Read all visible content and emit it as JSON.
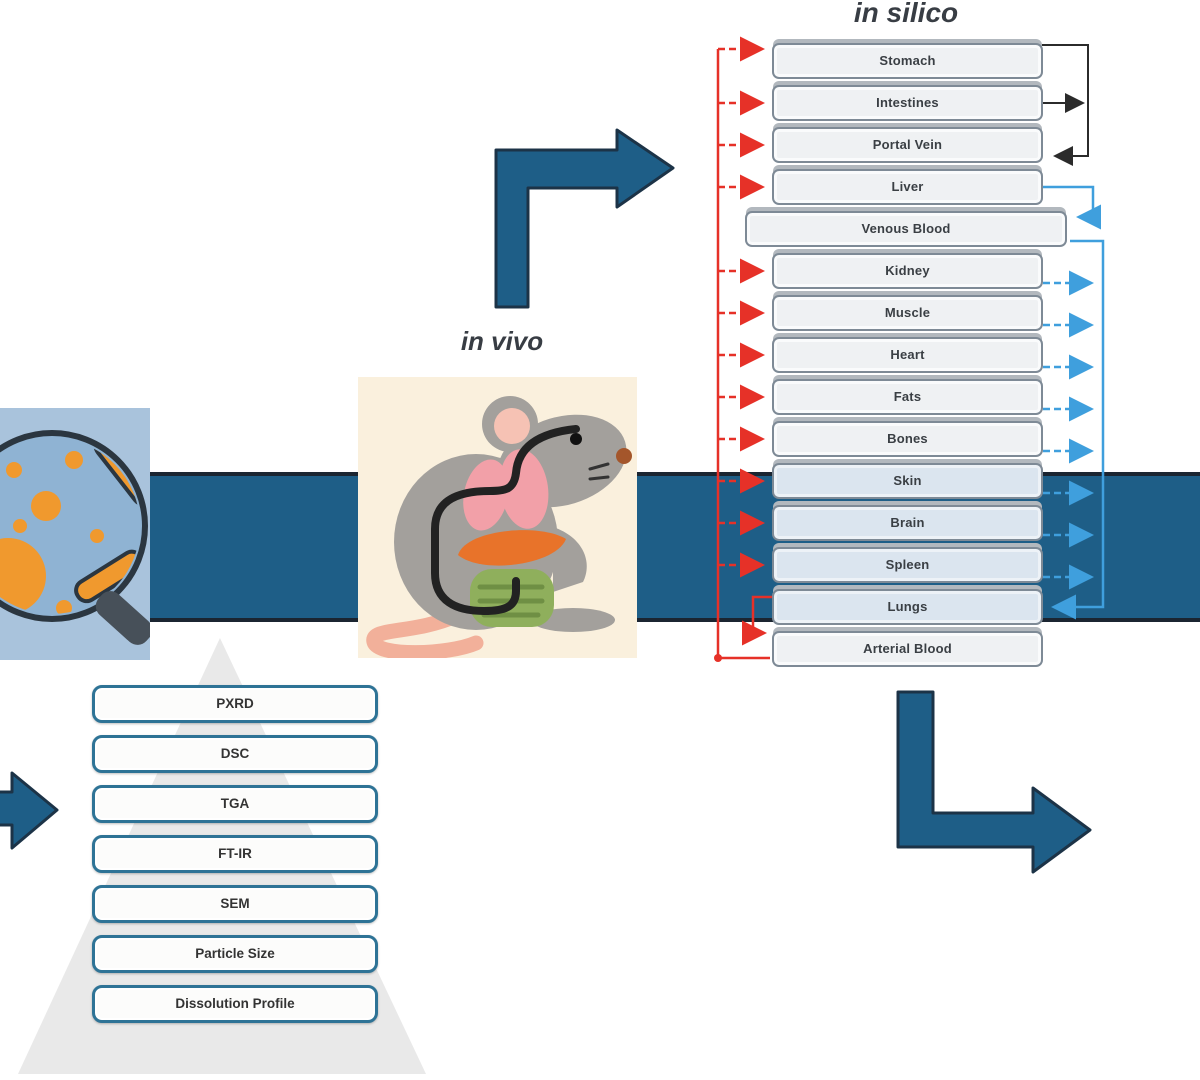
{
  "labels": {
    "in_vivo": "in vivo",
    "in_silico": "in silico"
  },
  "pbpk_model": {
    "compartments": [
      "Stomach",
      "Intestines",
      "Portal Vein",
      "Liver",
      "Venous Blood",
      "Kidney",
      "Muscle",
      "Heart",
      "Fats",
      "Bones",
      "Skin",
      "Brain",
      "Spleen",
      "Lungs",
      "Arterial Blood"
    ]
  },
  "characterization_methods": [
    "PXRD",
    "DSC",
    "TGA",
    "FT-IR",
    "SEM",
    "Particle Size",
    "Dissolution Profile"
  ],
  "icons": {
    "in_vitro": "magnifier-petri-dish-icon",
    "in_vivo": "mouse-anatomy-icon",
    "flow_up": "elbow-arrow-up-right-icon",
    "flow_left": "arrow-right-icon",
    "flow_down": "elbow-arrow-down-right-icon"
  },
  "colors": {
    "band": "#1e5e87",
    "band_edge": "#1b2531",
    "teal_arrow": "#1e5e87",
    "arterial_red": "#e63128",
    "venous_blue": "#3f9fdd",
    "gi_transit_black": "#2b2b2b",
    "method_box_border": "#2e7396",
    "pyramid_gray": "#e7e7e7"
  }
}
